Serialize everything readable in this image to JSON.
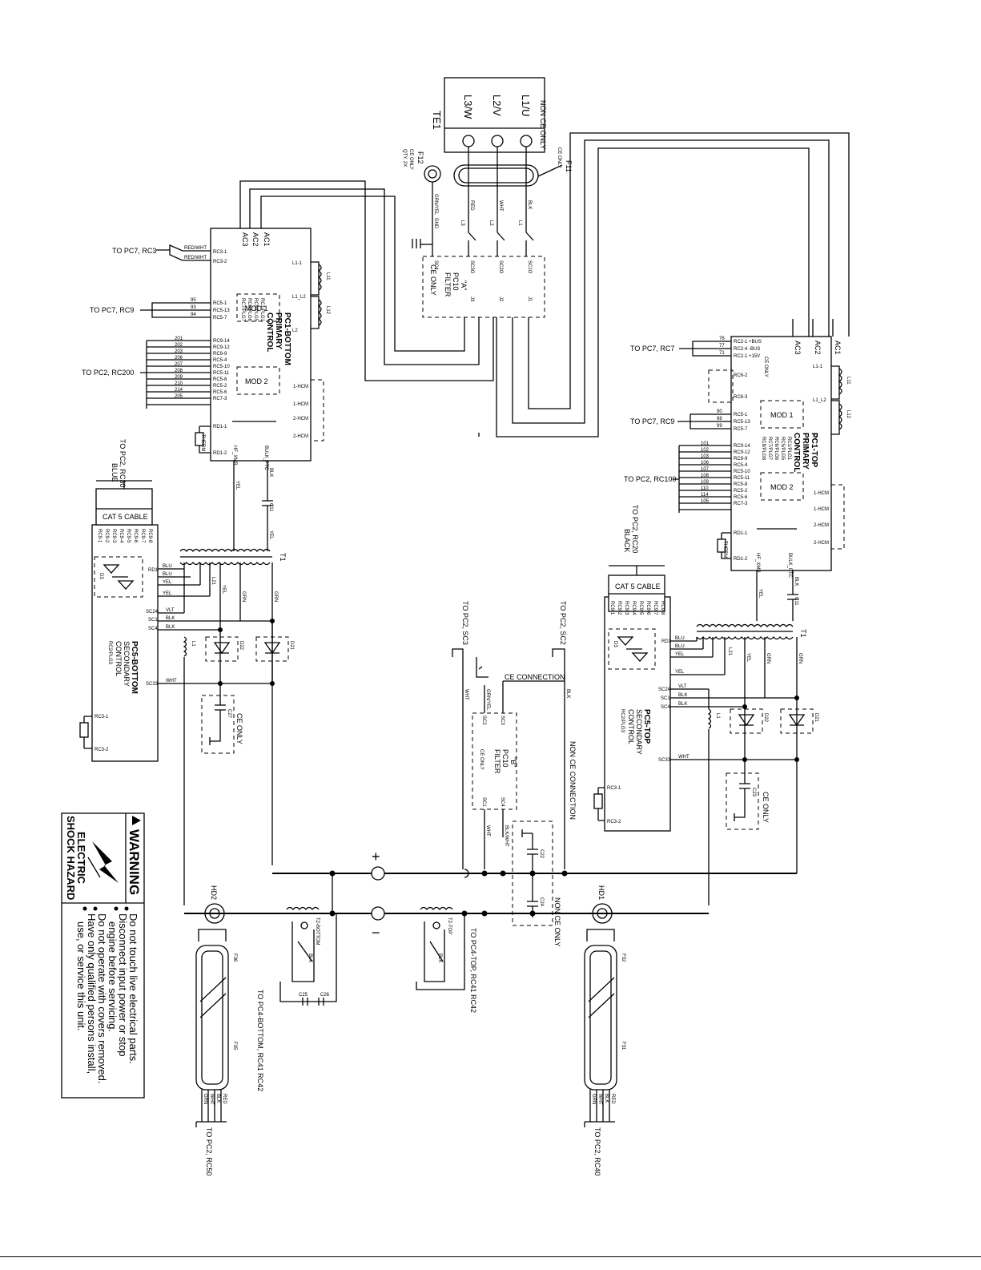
{
  "terminal": {
    "name": "TE1",
    "header": "NON CE ONLY",
    "labels": [
      "L1/U",
      "L2/V",
      "L3/W"
    ]
  },
  "emi": {
    "f11": "F11",
    "f11_note": "CE ONLY",
    "f12": "F12",
    "f12_note": "CE ONLY",
    "f12_qty": "QTY. 2X",
    "grnyel": "GRN/YEL",
    "gnd": "GND"
  },
  "input_wires": {
    "blk": "BLK",
    "wht": "WHT",
    "red": "RED",
    "l1": "L1",
    "l2": "L2",
    "l3": "L3"
  },
  "filter_a": {
    "lines": [
      "PC10",
      "FILTER",
      "\"A\""
    ],
    "note": "CE ONLY",
    "pins_top": [
      "SC1O",
      "SC2O",
      "SC3O"
    ],
    "pins_bot": [
      "J1",
      "J2",
      "J3"
    ],
    "sc_gnd": "SC4"
  },
  "pc1_bottom": {
    "lines": [
      "PC1-BOTTOM",
      "PRIMARY",
      "CONTROL"
    ],
    "plugs": [
      "RC1/PLG1",
      "RC5/PLG5",
      "RC6/PLG6",
      "RC7/PLG7"
    ],
    "mod1": "MOD 1",
    "mod2": "MOD 2",
    "ac": [
      "AC1",
      "AC2",
      "AC3"
    ],
    "l_pins": [
      "L1-1",
      "L1_L2",
      "L2"
    ],
    "inductors": [
      "L11",
      "L12"
    ],
    "rc3": [
      "RC3-1",
      "RC3-2"
    ],
    "rc3_wires": [
      "RED/WHT",
      "RED/WHT"
    ],
    "rc5": [
      "RC5-1",
      "RC5-13",
      "RC5-7"
    ],
    "rc5_wires": [
      "95",
      "93",
      "94"
    ],
    "rc9": [
      "RC9-14",
      "RC9-12",
      "RC9-9",
      "RC5-4",
      "RC5-10",
      "RC5-11",
      "RC5-8",
      "RC5-2",
      "RC5-6",
      "RC7-3"
    ],
    "rc9_wires": [
      "201",
      "202",
      "203",
      "206",
      "207",
      "208",
      "209",
      "210",
      "214",
      "205"
    ],
    "hcm": [
      "1-HCM",
      "1-HCM",
      "2-HCM",
      "2-HCM"
    ],
    "rd": [
      "RD1-1",
      "RD1-2"
    ],
    "bottom_pins": [
      "HF_XMR",
      "BULK_PTC"
    ],
    "therm": "THERM"
  },
  "pc1_top": {
    "lines": [
      "PC1-TOP",
      "PRIMARY",
      "CONTROL"
    ],
    "plugs": [
      "RC1/PLG1",
      "RC5/PLG5",
      "RC6/PLG6",
      "RC7/PLG7",
      "RC8/PLG8"
    ],
    "mod1": "MOD 1",
    "mod2": "MOD 2",
    "ac": [
      "AC1",
      "AC2",
      "AC3"
    ],
    "l_pins": [
      "L1-1",
      "L1_L2",
      "L2"
    ],
    "inductors": [
      "L11",
      "L12"
    ],
    "rc2": [
      "RC2-1 +BUS",
      "RC2-4 -BUS",
      "RC2-1 +15V"
    ],
    "rc2_wires": [
      "76",
      "77",
      "71"
    ],
    "rc5": [
      "RC5-1",
      "RC5-13",
      "RC5-7"
    ],
    "rc5_wires": [
      "90",
      "98",
      "99"
    ],
    "rc9": [
      "RC9-14",
      "RC9-12",
      "RC9-9",
      "RC5-4",
      "RC5-10",
      "RC5-11",
      "RC5-8",
      "RC5-2",
      "RC5-6",
      "RC7-3"
    ],
    "rc9_wires": [
      "101",
      "102",
      "103",
      "106",
      "107",
      "108",
      "109",
      "110",
      "114",
      "105"
    ],
    "ce_only": "CE ONLY",
    "rc6": [
      "RC6-2",
      "RC6-3"
    ],
    "hcm": [
      "1-HCM",
      "1-HCM",
      "2-HCM",
      "2-HCM"
    ],
    "rd": [
      "RD1-1",
      "RD1-2"
    ],
    "bottom_pins": [
      "HF_XMR",
      "BULK_PTC"
    ],
    "therm": "THERM"
  },
  "pc5_bottom": {
    "lines": [
      "PC5-BOTTOM",
      "SECONDARY",
      "CONTROL",
      "RC2/PLG3"
    ],
    "cable": "CAT 5 CABLE",
    "cable_pins": [
      "RC9-1",
      "RC9-2",
      "RC9-3",
      "RC9-4",
      "RC9-5",
      "RC9-6",
      "RC9-7",
      "RC9-8"
    ],
    "to_label": [
      "TO PC2, RC30",
      "BLUE"
    ],
    "sc": [
      "SC24",
      "SC1",
      "SC4",
      "SC33"
    ],
    "wires": [
      "VLT",
      "BLK",
      "BLK",
      "WHT"
    ],
    "rd": "RD1",
    "d": "D3",
    "rc3": [
      "RC3-1",
      "RC3-2"
    ],
    "blu": [
      "BLU",
      "BLU",
      "YEL",
      "YEL"
    ]
  },
  "pc5_top": {
    "lines": [
      "PC5-TOP",
      "SECONDARY",
      "CONTROL",
      "RC2/PLG3"
    ],
    "cable": "CAT 5 CABLE",
    "cable_pins": [
      "RC9-1",
      "RC9-2",
      "RC9-3",
      "RC9-4",
      "RC9-5",
      "RC9-6",
      "RC9-7",
      "RC9-8"
    ],
    "to_label": [
      "TO PC2, RC20",
      "BLACK"
    ],
    "sc": [
      "SC24",
      "SC1",
      "SC4",
      "SC33"
    ],
    "wires": [
      "VLT",
      "BLK",
      "BLK",
      "WHT"
    ],
    "rd": "RD1",
    "d": "D3",
    "rc3": [
      "RC3-1",
      "RC3-2"
    ],
    "blu": [
      "BLU",
      "BLU",
      "YEL",
      "YEL"
    ]
  },
  "transformers": {
    "t1": "T1",
    "l_bottom": "L21",
    "l_top": "L21",
    "c11": "C11",
    "lt": "L1",
    "yel": "YEL",
    "blk": "BLK",
    "grn": "GRN"
  },
  "diodes": {
    "bottom": [
      "D22",
      "D21"
    ],
    "top": [
      "D22",
      "D21"
    ]
  },
  "ce_caps": {
    "note": "CE ONLY",
    "cap_b": "C27",
    "cap_t": "C23"
  },
  "to_labels": {
    "pc7_rc3": "TO PC7, RC3",
    "pc7_rc9_b": "TO PC7, RC9",
    "pc2_rc200": "TO PC2, RC200",
    "pc7_rc7": "TO PC7, RC7",
    "pc7_rc9_t": "TO PC7, RC9",
    "pc2_rc100": "TO PC2, RC100",
    "pc2_sc3": "TO PC2, SC3",
    "pc2_sc2": "TO PC2, SC2",
    "pc4_top": "TO PC4-TOP, RC41 RC42",
    "pc4_bottom": "TO PC4-BOTTOM, RC41 RC42",
    "pc2_rc50": "TO PC2, RC50",
    "pc2_rc40": "TO PC2, RC40"
  },
  "filter_b": {
    "lines": [
      "PC10",
      "FILTER",
      "\"B\""
    ],
    "note": "CE ONLY",
    "pins": [
      "SC2",
      "SC3",
      "SC1",
      "SC4"
    ],
    "grnyel": "GRN/YEL",
    "wht": "WHT",
    "blk": "BLK",
    "blkwht": "BLK/WHT",
    "ce_conn": "CE CONNECTION",
    "non_ce": "NON CE CONNECTION",
    "non_ce_only": "NON CE ONLY",
    "c22": "C22",
    "c24": "C24"
  },
  "output": {
    "plus": "+",
    "minus": "−",
    "hd1": "HD1",
    "hd2": "HD2",
    "t2_top": "T2-TOP",
    "t2_bottom": "T2-BOTTOM",
    "c25": "C25",
    "c26": "C26",
    "blk": "BLK",
    "f": [
      "F36",
      "F35",
      "F32",
      "F31"
    ],
    "wires": [
      "WHT",
      "BLK",
      "RED",
      "GRN"
    ]
  },
  "warning": {
    "title": "WARNING",
    "hazard": [
      "ELECTRIC",
      "SHOCK HAZARD"
    ],
    "bullets": [
      "Do not touch live electrical parts.",
      "Disconnect input power or stop",
      "engine before servicing.",
      "Do not operate with covers removed.",
      "Have only qualified persons install,",
      "use, or service this unit."
    ]
  }
}
